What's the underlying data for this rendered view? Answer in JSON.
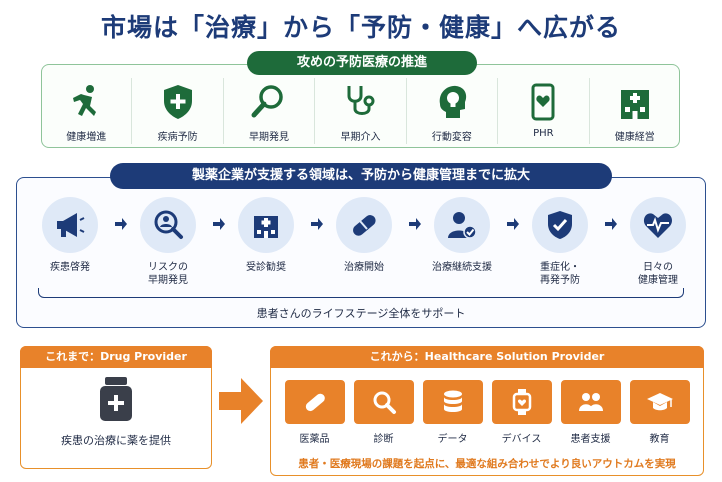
{
  "title": "市場は「治療」から「予防・健康」へ広がる",
  "section1": {
    "heading": "攻めの予防医療の推進",
    "items": [
      {
        "label": "健康増進",
        "icon": "running-person-icon"
      },
      {
        "label": "疾病予防",
        "icon": "shield-plus-icon"
      },
      {
        "label": "早期発見",
        "icon": "magnifier-icon"
      },
      {
        "label": "早期介入",
        "icon": "stethoscope-icon"
      },
      {
        "label": "行動変容",
        "icon": "head-lightbulb-icon"
      },
      {
        "label": "PHR",
        "icon": "smartphone-heart-icon"
      },
      {
        "label": "健康経営",
        "icon": "hospital-building-icon"
      }
    ]
  },
  "section2": {
    "heading": "製薬企業が支援する領域は、予防から健康管理までに拡大",
    "steps": [
      {
        "label": "疾患啓発",
        "icon": "megaphone-icon"
      },
      {
        "label": "リスクの\n早期発見",
        "icon": "magnifier-person-icon"
      },
      {
        "label": "受診勧奨",
        "icon": "hospital-icon"
      },
      {
        "label": "治療開始",
        "icon": "pill-icon"
      },
      {
        "label": "治療継続支援",
        "icon": "person-check-icon"
      },
      {
        "label": "重症化・\n再発予防",
        "icon": "shield-check-icon"
      },
      {
        "label": "日々の\n健康管理",
        "icon": "heart-pulse-icon"
      }
    ],
    "support_text": "患者さんのライフステージ全体をサポート"
  },
  "section3": {
    "before": {
      "heading": "これまで：Drug Provider",
      "label": "疾患の治療に薬を提供",
      "icon": "medicine-bottle-icon"
    },
    "after": {
      "heading": "これから：Healthcare Solution Provider",
      "items": [
        {
          "label": "医薬品",
          "icon": "capsule-icon"
        },
        {
          "label": "診断",
          "icon": "magnifier-icon"
        },
        {
          "label": "データ",
          "icon": "database-icon"
        },
        {
          "label": "デバイス",
          "icon": "smartwatch-icon"
        },
        {
          "label": "患者支援",
          "icon": "people-icon"
        },
        {
          "label": "教育",
          "icon": "graduation-cap-icon"
        }
      ],
      "note": "患者・医療現場の課題を起点に、最適な組み合わせでより良いアウトカムを実現"
    }
  },
  "colors": {
    "title": "#1d3b78",
    "green": "#1e6b3a",
    "navy": "#1d3b78",
    "orange": "#e8822a"
  }
}
